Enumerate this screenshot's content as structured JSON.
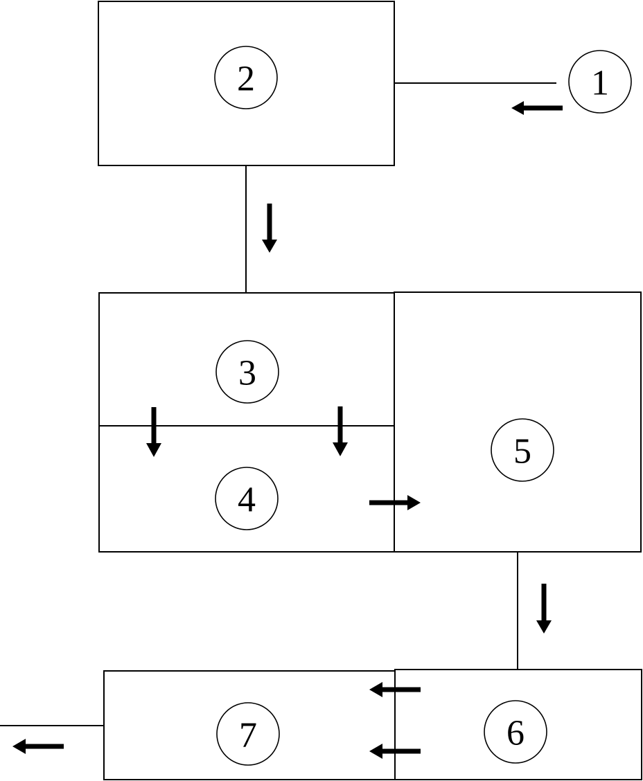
{
  "diagram": {
    "nodes": [
      {
        "id": "1",
        "label": "1"
      },
      {
        "id": "2",
        "label": "2"
      },
      {
        "id": "3",
        "label": "3"
      },
      {
        "id": "4",
        "label": "4"
      },
      {
        "id": "5",
        "label": "5"
      },
      {
        "id": "6",
        "label": "6"
      },
      {
        "id": "7",
        "label": "7"
      }
    ],
    "flows": [
      {
        "from": "1",
        "to": "2"
      },
      {
        "from": "2",
        "to": "3"
      },
      {
        "from": "3",
        "to": "4"
      },
      {
        "from": "4",
        "to": "5"
      },
      {
        "from": "5",
        "to": "6"
      },
      {
        "from": "6",
        "to": "7"
      },
      {
        "from": "7",
        "to": "outlet"
      }
    ],
    "colors": {
      "stroke": "#000000",
      "background": "#ffffff"
    }
  }
}
